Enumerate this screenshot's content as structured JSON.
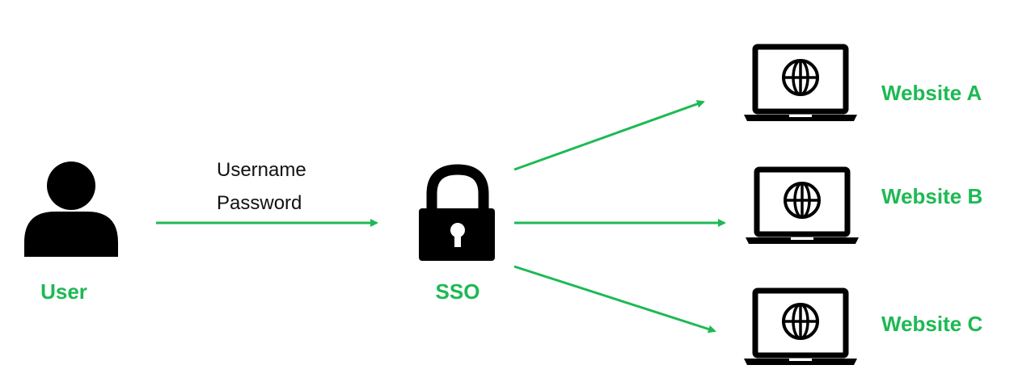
{
  "colors": {
    "accent": "#1db954",
    "icon": "#000000",
    "text": "#111111"
  },
  "user": {
    "label": "User",
    "icon": "user-icon"
  },
  "credentials": {
    "line1": "Username",
    "line2": "Password"
  },
  "sso": {
    "label": "SSO",
    "icon": "padlock-icon"
  },
  "websites": [
    {
      "label": "Website A",
      "icon": "laptop-globe-icon"
    },
    {
      "label": "Website B",
      "icon": "laptop-globe-icon"
    },
    {
      "label": "Website C",
      "icon": "laptop-globe-icon"
    }
  ]
}
